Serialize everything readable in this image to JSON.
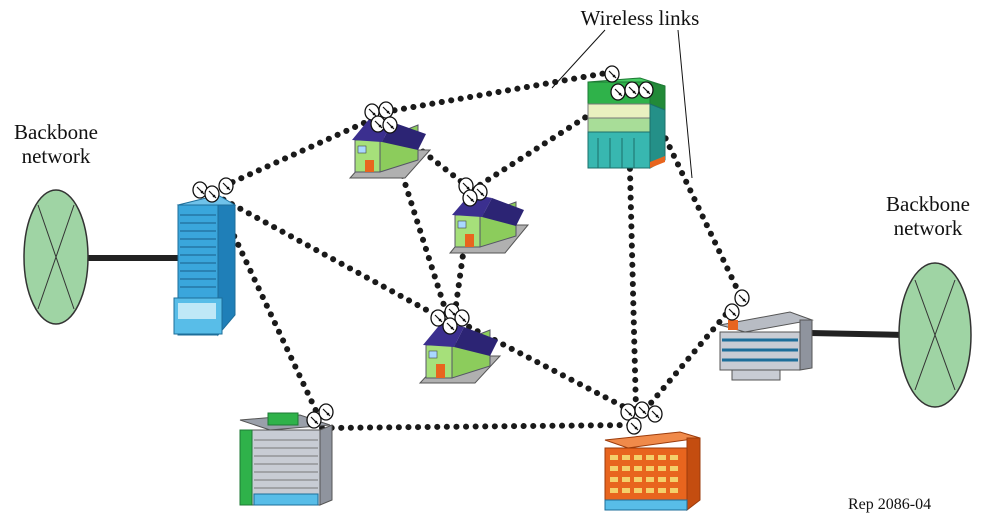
{
  "labels": {
    "backbone_left_line1": "Backbone",
    "backbone_left_line2": "network",
    "backbone_right_line1": "Backbone",
    "backbone_right_line2": "network",
    "wireless_links": "Wireless links",
    "reference": "Rep 2086-04"
  },
  "colors": {
    "link_dots": "#1a1a1a",
    "backbone_fill": "#9fd4a4",
    "tower_blue": "#3aa6dc",
    "house_green": "#a6e07a",
    "house_roof": "#3b2f8f",
    "orange_building": "#e8651e",
    "store_green": "#2fb24a",
    "store_teal": "#38b7b0",
    "office_gray": "#b8bcc4"
  },
  "icons": {
    "antenna": "satellite-dish-icon",
    "backbone": "backbone-cloud-icon"
  }
}
